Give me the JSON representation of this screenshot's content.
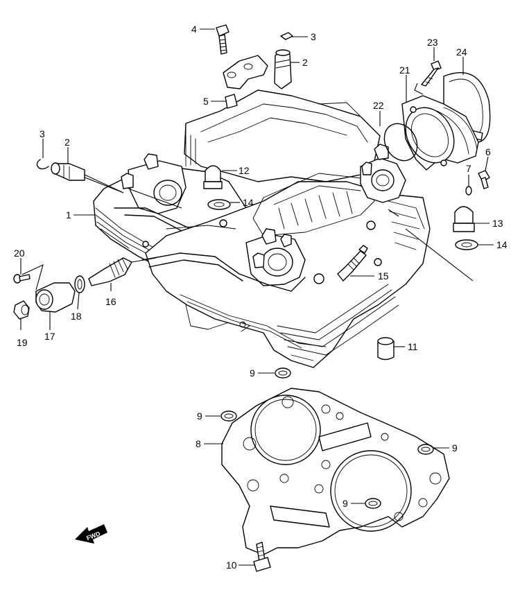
{
  "diagram": {
    "type": "exploded parts diagram",
    "part_numbers": {
      "p1": "1",
      "p2a": "2",
      "p2b": "2",
      "p3a": "3",
      "p3b": "3",
      "p4": "4",
      "p5": "5",
      "p6": "6",
      "p7": "7",
      "p8": "8",
      "p9a": "9",
      "p9b": "9",
      "p9c": "9",
      "p9d": "9",
      "p10": "10",
      "p11": "11",
      "p12": "12",
      "p13": "13",
      "p14a": "14",
      "p14b": "14",
      "p15": "15",
      "p16": "16",
      "p17": "17",
      "p18": "18",
      "p19": "19",
      "p20": "20",
      "p21": "21",
      "p22": "22",
      "p23": "23",
      "p24": "24"
    },
    "direction_badge": "FWD"
  }
}
